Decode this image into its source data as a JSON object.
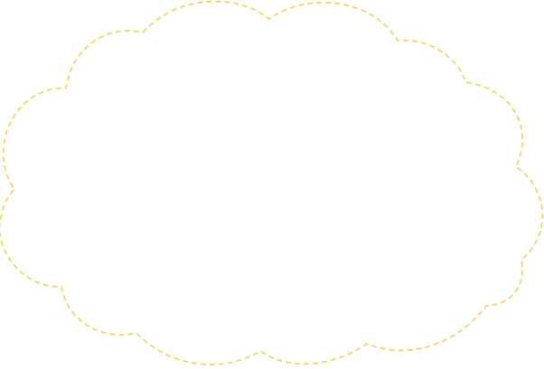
{
  "shape": {
    "type": "cloud",
    "outline_style": "dashed",
    "stroke_color": "#F6D55C",
    "fill_color": "none"
  },
  "background_color": "#FFFFFF"
}
